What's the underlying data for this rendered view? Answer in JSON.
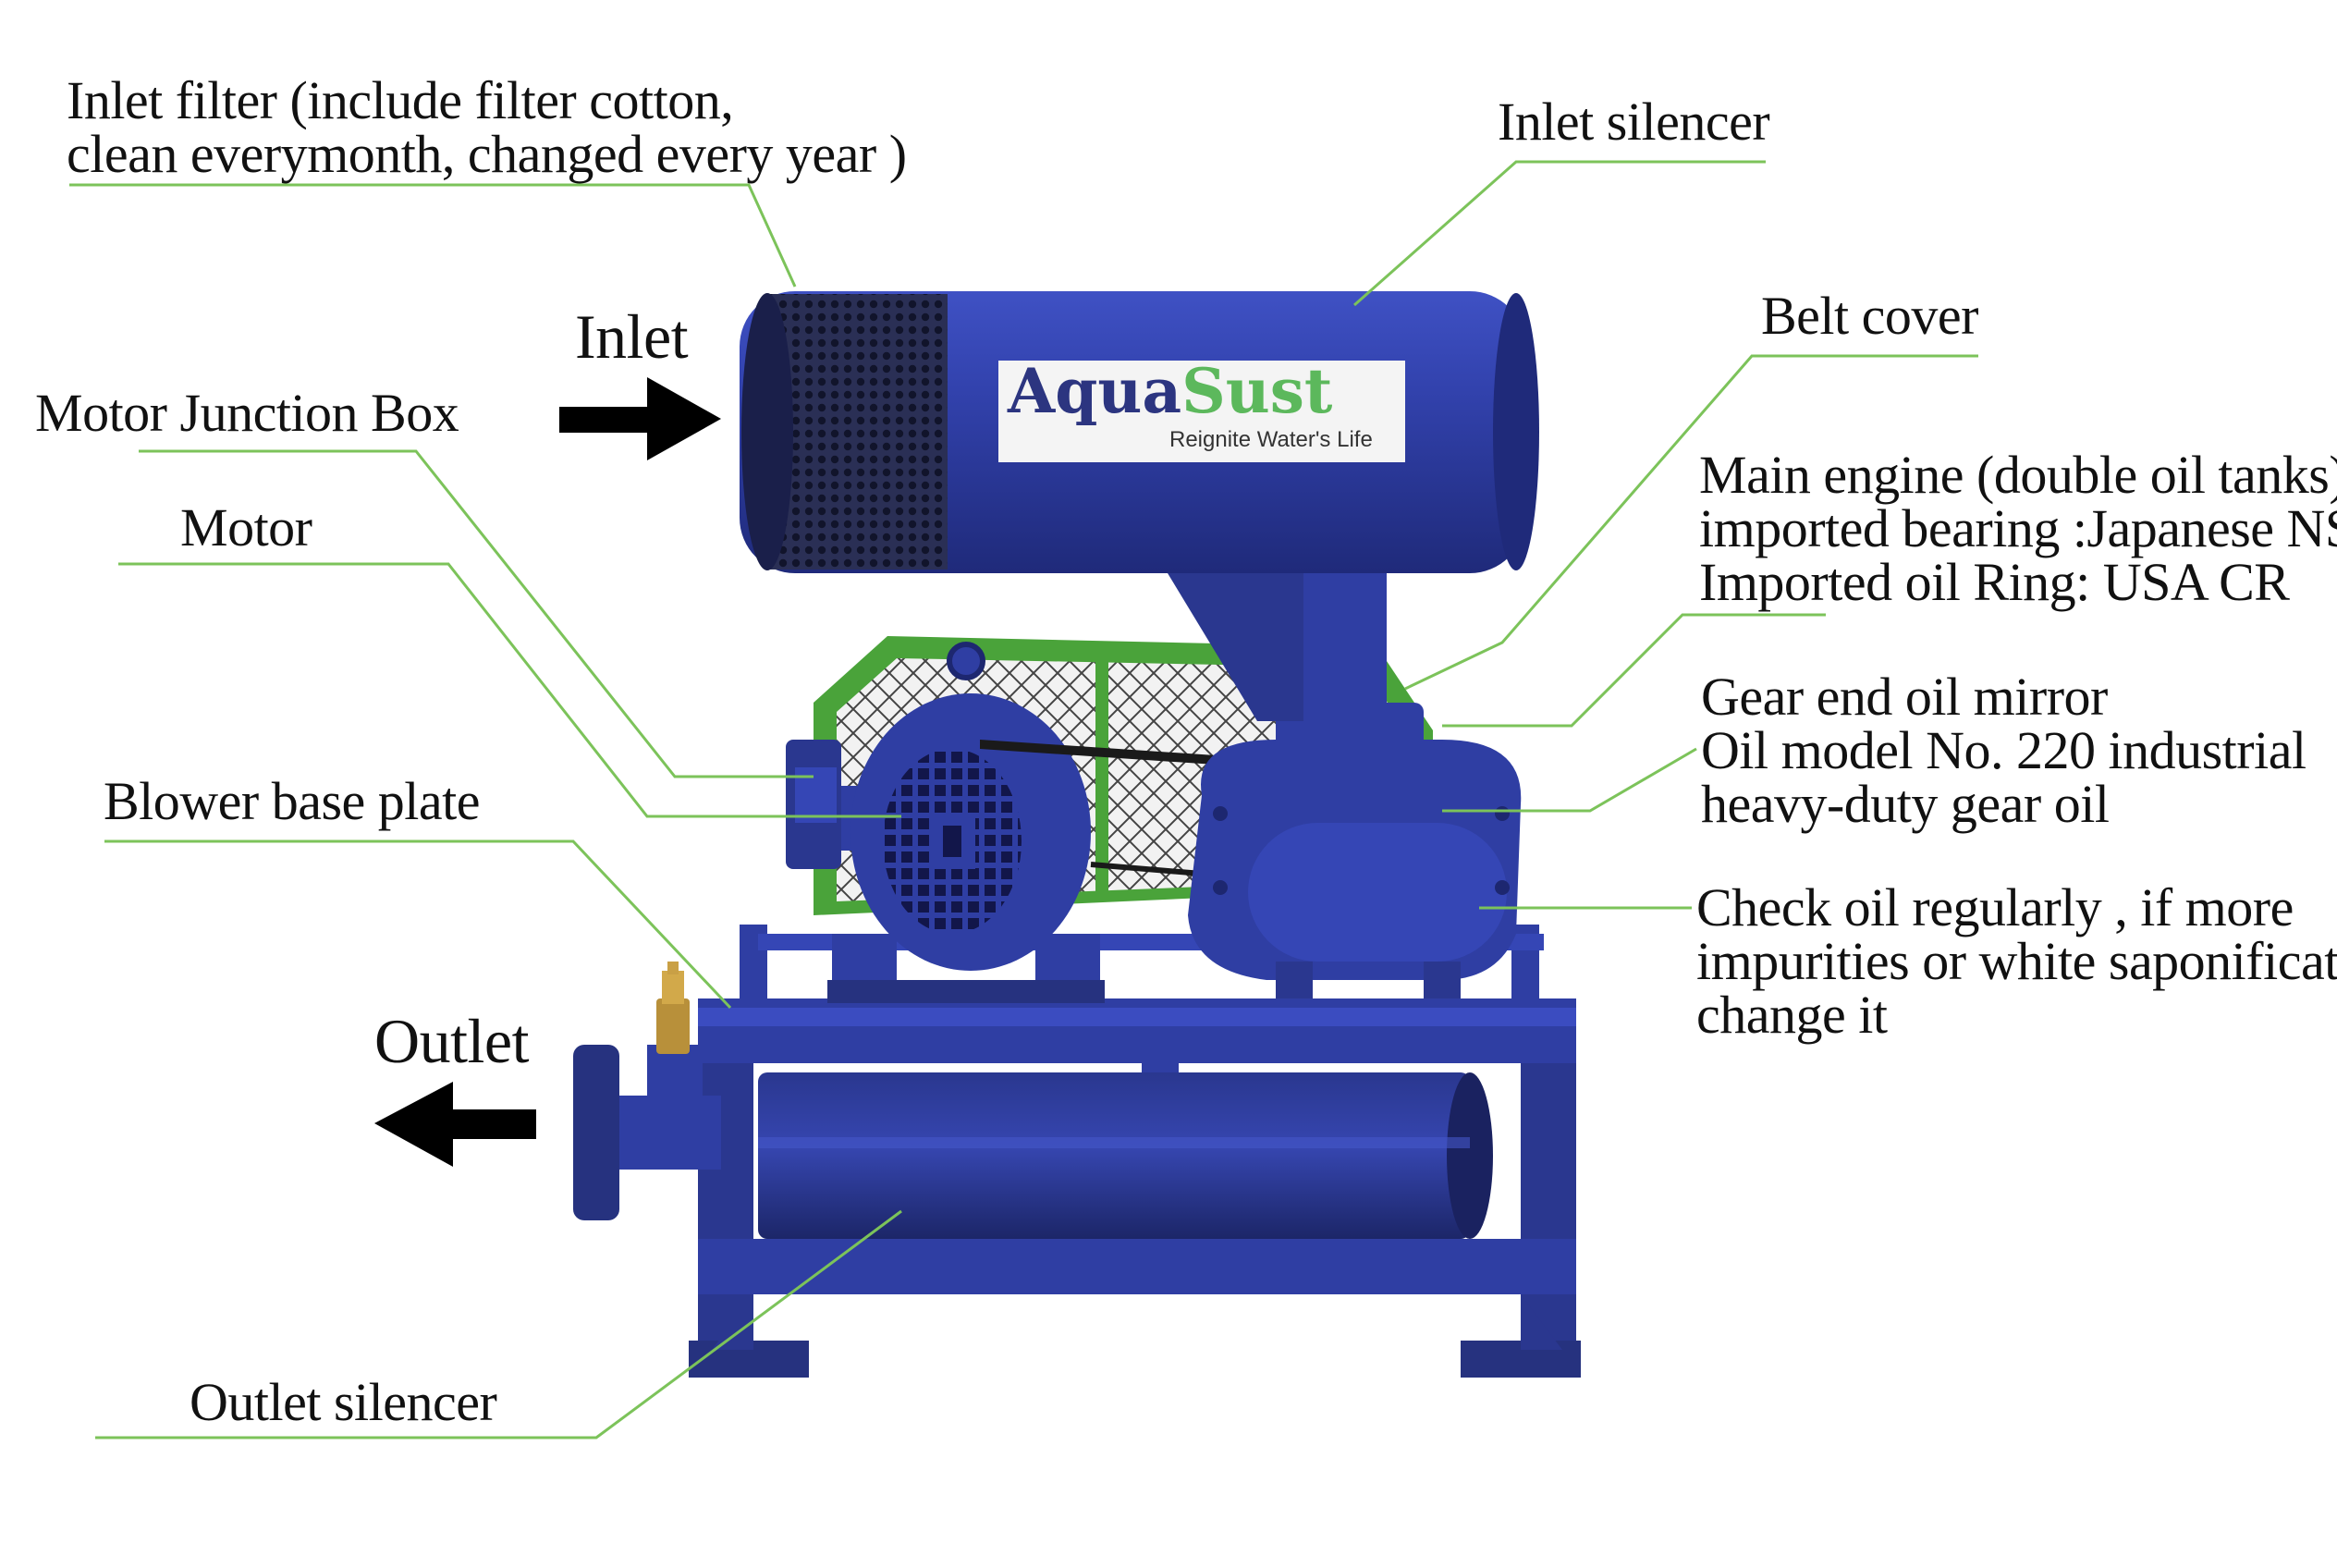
{
  "labels": {
    "inlet_filter": {
      "line1": "Inlet filter (include filter cotton,",
      "line2": "clean everymonth, changed every year )"
    },
    "inlet_silencer": "Inlet silencer",
    "belt_cover": "Belt cover",
    "motor_junction_box": "Motor Junction Box",
    "motor": "Motor",
    "main_engine": {
      "line1": "Main engine (double oil tanks)",
      "line2": "imported bearing :Japanese NSK",
      "line3": "Imported oil Ring: USA CR"
    },
    "gear_end": {
      "line1": "Gear end oil mirror",
      "line2": "Oil model No. 220 industrial",
      "line3": "heavy-duty gear oil"
    },
    "check_oil": {
      "line1": "Check oil regularly , if more",
      "line2": "impurities or white saponification,",
      "line3": "change it"
    },
    "blower_base_plate": "Blower base plate",
    "outlet_silencer": "Outlet silencer",
    "inlet": "Inlet",
    "outlet": "Outlet"
  },
  "logo": {
    "name_part1": "Aqua",
    "name_part2": "Sust",
    "tagline": "Reignite Water's Life"
  },
  "colors": {
    "machine_blue": "#2f3ea3",
    "machine_dark": "#1d2770",
    "leader_green": "#7cc35a",
    "belt_cover_green": "#4aa33a",
    "logo_navy": "#2c3580",
    "logo_green": "#5cb85c",
    "arrow": "#000000"
  }
}
